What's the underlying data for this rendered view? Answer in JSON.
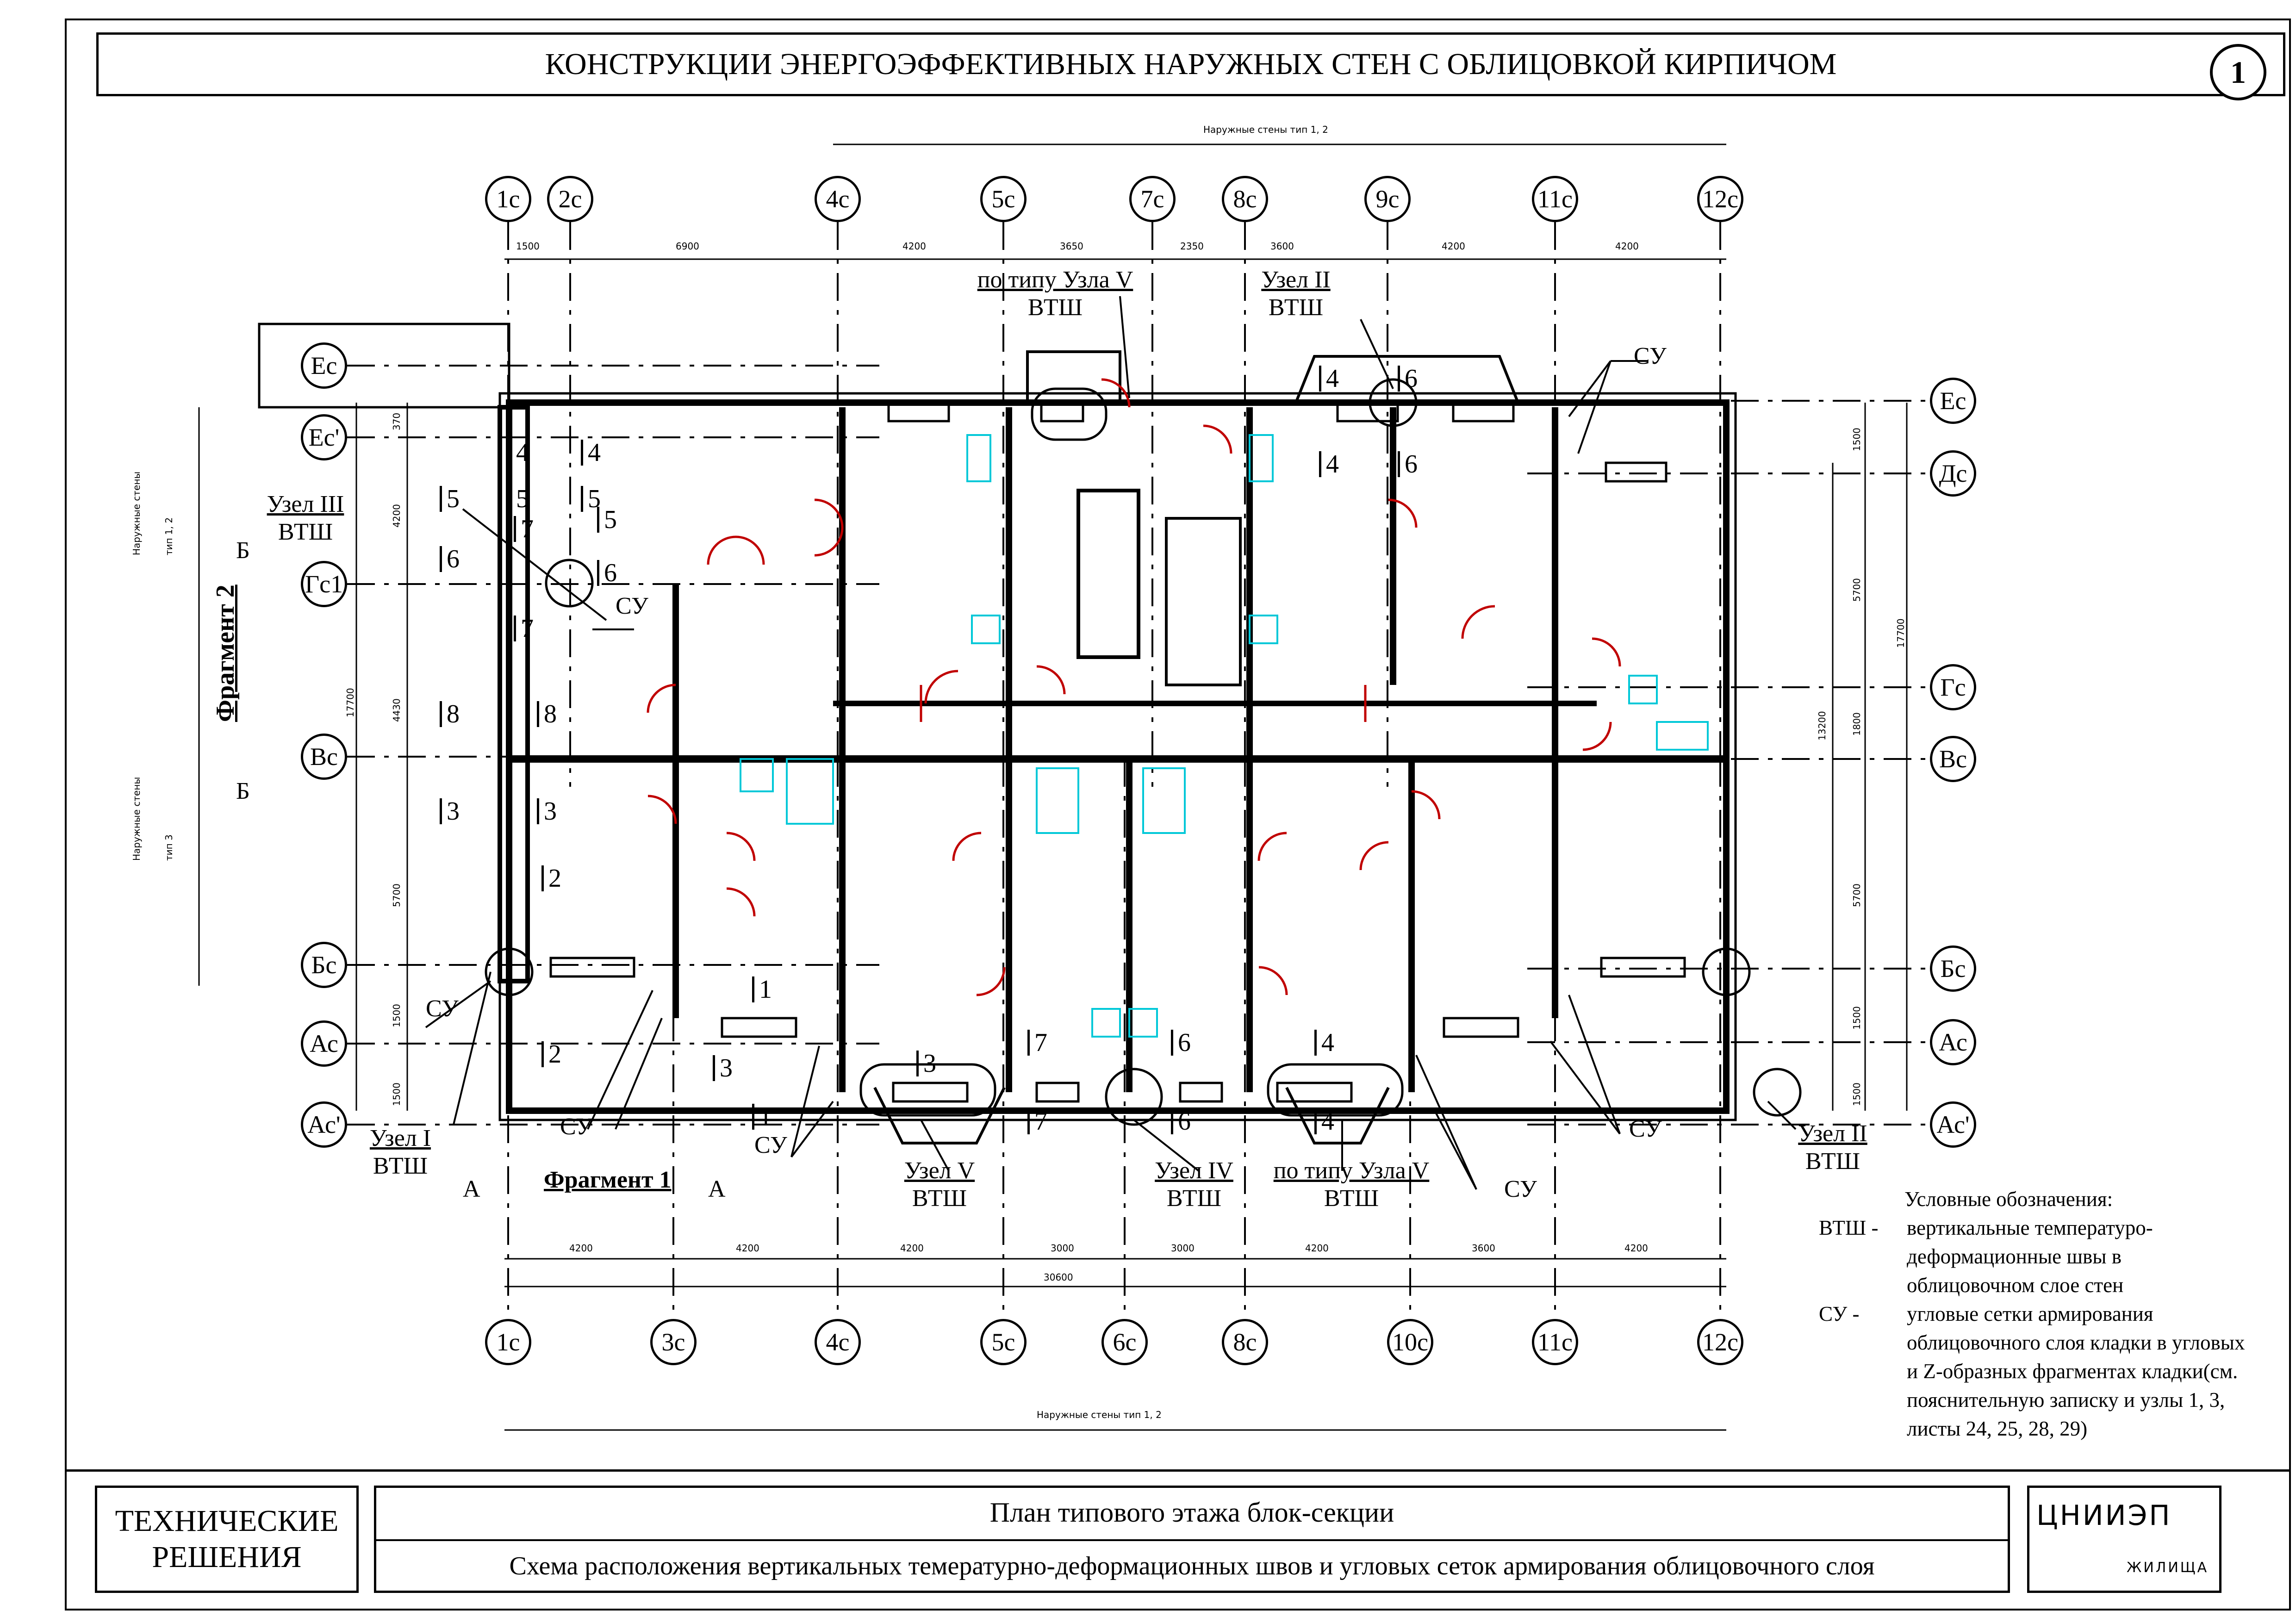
{
  "sheet": {
    "title": "КОНСТРУКЦИИ ЭНЕРГОЭФФЕКТИВНЫХ НАРУЖНЫХ СТЕН С ОБЛИЦОВКОЙ КИРПИЧОМ",
    "number": "1"
  },
  "axes_top": [
    "1с",
    "2с",
    "4с",
    "5с",
    "7с",
    "8с",
    "9с",
    "11с",
    "12с"
  ],
  "axes_bottom": [
    "1с",
    "3с",
    "4с",
    "5с",
    "6с",
    "8с",
    "10с",
    "11с",
    "12с"
  ],
  "axes_left": [
    "Ес",
    "Ес'",
    "Гс1",
    "Вс",
    "Бс",
    "Ас",
    "Ас'"
  ],
  "axes_right": [
    "Ес",
    "Дс",
    "Гс",
    "Вс",
    "Бс",
    "Ас",
    "Ас'"
  ],
  "dims_top": [
    "1500",
    "6900",
    "4200",
    "3650",
    "2350",
    "3600",
    "4200",
    "4200"
  ],
  "dims_bottom": [
    "4200",
    "4200",
    "4200",
    "3000",
    "3000",
    "4200",
    "3600",
    "4200"
  ],
  "dim_total_bottom": "30600",
  "dims_left": [
    "370",
    "4200",
    "4430",
    "5700",
    "1500",
    "1500",
    "17700"
  ],
  "dims_right": [
    "1500",
    "5700",
    "1800",
    "5700",
    "1500",
    "1500",
    "13200",
    "17700"
  ],
  "wall_type_top": "Наружные стены тип 1, 2",
  "wall_type_bottom": "Наружные стены тип 1, 2",
  "wall_type_left_upper": [
    "Наружные стены",
    "тип 1, 2"
  ],
  "wall_type_left_lower": [
    "Наружные стены",
    "тип 3"
  ],
  "annotations": {
    "uzel_v_type_top": [
      "по типу Узла V",
      "ВТШ"
    ],
    "uzel_ii_top": [
      "Узел II",
      "ВТШ"
    ],
    "uzel_iii": [
      "Узел III",
      "ВТШ"
    ],
    "uzel_i": [
      "Узел I",
      "ВТШ"
    ],
    "uzel_v_bottom": [
      "Узел V",
      "ВТШ"
    ],
    "uzel_iv": [
      "Узел IV",
      "ВТШ"
    ],
    "uzel_v_type_bottom": [
      "по типу Узла V",
      "ВТШ"
    ],
    "uzel_ii_right": [
      "Узел II",
      "ВТШ"
    ],
    "su": "СУ",
    "fragment1": "Фрагмент 1",
    "fragment2": "Фрагмент 2",
    "cut_a": "А",
    "cut_b": "Б"
  },
  "section_marks": [
    "4",
    "5",
    "6",
    "7",
    "8",
    "3",
    "2",
    "1"
  ],
  "legend": {
    "title": "Условные обозначения:",
    "items": [
      {
        "key": "ВТШ -",
        "text": "вертикальные температуро-деформационные швы  в облицовочном  слое стен"
      },
      {
        "key": "СУ -",
        "text": "угловые сетки армирования облицовочного слоя кладки в угловых и Z-образных фрагментах кладки(см. пояснительную записку и узлы 1, 3, листы 24, 25, 28, 29)"
      }
    ]
  },
  "title_block": {
    "category": [
      "ТЕХНИЧЕСКИЕ",
      "РЕШЕНИЯ"
    ],
    "title": "План типового этажа блок-секции",
    "subtitle": "Схема расположения вертикальных темературно-деформационных швов и угловых сеток армирования облицовочного слоя",
    "org": "ЦНИИЭП",
    "org_sub": "ЖИЛИЩА"
  }
}
